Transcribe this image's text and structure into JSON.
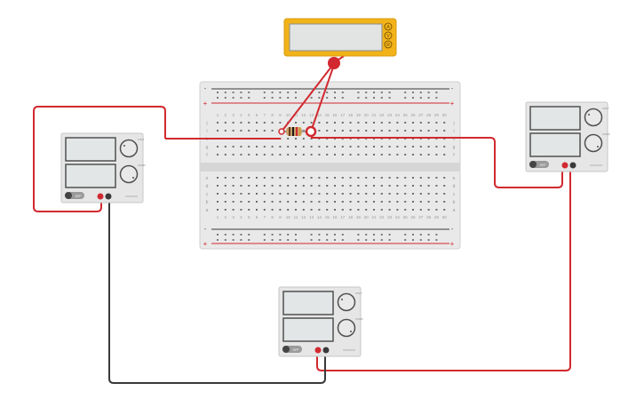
{
  "canvas": {
    "background": "#ffffff"
  },
  "colors": {
    "wire_red": "#d1292f",
    "wire_black": "#3a3a3a",
    "multimeter_body": "#f2b319",
    "multimeter_screen": "#e2e4e4",
    "breadboard": "#e9e9e9",
    "supply_body": "#e6e6e6",
    "supply_screen": "#e3e6e6",
    "resistor": "#c9a06a"
  },
  "multimeter": {
    "buttons": [
      {
        "letter": "A",
        "name": "current-mode-button"
      },
      {
        "letter": "V",
        "name": "voltage-mode-button"
      },
      {
        "letter": "R",
        "name": "resistance-mode-button"
      }
    ]
  },
  "breadboard": {
    "row_letters_top": [
      "a",
      "b",
      "c",
      "d",
      "e"
    ],
    "row_letters_bottom": [
      "f",
      "g",
      "h",
      "i",
      "j"
    ],
    "column_numbers": [
      "1",
      "2",
      "3",
      "4",
      "5",
      "6",
      "7",
      "8",
      "9",
      "10",
      "11",
      "12",
      "13",
      "14",
      "15",
      "16",
      "17",
      "18",
      "19",
      "20",
      "21",
      "22",
      "23",
      "24",
      "25",
      "26",
      "27",
      "28",
      "29",
      "30"
    ],
    "rail_plus": "+",
    "rail_minus": "-"
  },
  "power_supplies": [
    {
      "id": "left",
      "off_label": "OFF",
      "voltage_knob_label": "VOLT",
      "current_knob_label": "CURR"
    },
    {
      "id": "right",
      "off_label": "OFF",
      "voltage_knob_label": "VOLT",
      "current_knob_label": "CURR"
    },
    {
      "id": "bottom",
      "off_label": "OFF",
      "voltage_knob_label": "VOLT",
      "current_knob_label": "CURR"
    }
  ]
}
